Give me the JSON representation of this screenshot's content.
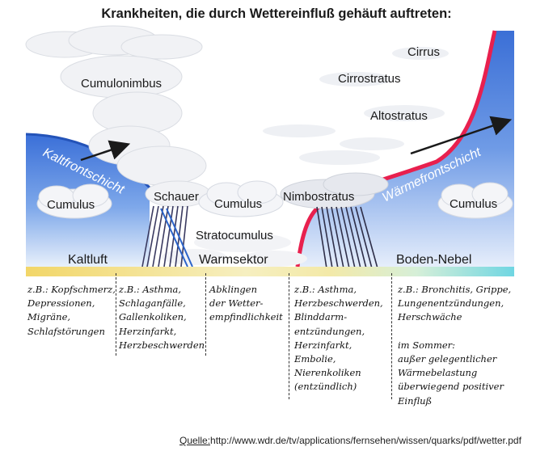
{
  "title": "Krankheiten, die durch Wettereinfluß gehäuft auftreten:",
  "sky_labels": {
    "cumulonimbus": "Cumulonimbus",
    "cirrus": "Cirrus",
    "cirrostratus": "Cirrostratus",
    "altostratus": "Altostratus",
    "cumulus_left": "Cumulus",
    "schauer": "Schauer",
    "cumulus_mid": "Cumulus",
    "nimbostratus": "Nimbostratus",
    "cumulus_right": "Cumulus",
    "stratocumulus": "Stratocumulus",
    "kaltfrontschicht": "Kaltfrontschicht",
    "waermefrontschicht": "Wärmefrontschicht"
  },
  "ground_labels": {
    "kaltluft": "Kaltluft",
    "warmsektor": "Warmsektor",
    "boden_nebel": "Boden-Nebel"
  },
  "columns": [
    {
      "lines": [
        "z.B.: Kopfschmerz,",
        "Depressionen,",
        "Migräne,",
        "Schlafstörungen"
      ]
    },
    {
      "lines": [
        "z.B.: Asthma,",
        "Schlaganfälle,",
        "Gallenkoliken,",
        "Herzinfarkt,",
        "Herzbeschwerden"
      ]
    },
    {
      "lines": [
        "Abklingen",
        "der Wetter-",
        "empfindlichkeit"
      ]
    },
    {
      "lines": [
        "z.B.: Asthma,",
        "Herzbeschwerden,",
        "Blinddarm-",
        "entzündungen,",
        "Herzinfarkt,",
        "Embolie,",
        "Nierenkoliken",
        "(entzündlich)"
      ]
    },
    {
      "lines": [
        "z.B.: Bronchitis, Grippe,",
        "Lungenentzündungen,",
        "Herschwäche",
        "",
        "im Sommer:",
        "außer gelegentlicher",
        "Wärmebelastung",
        "überwiegend positiver",
        "Einfluß"
      ]
    }
  ],
  "source": {
    "label": "Quelle:",
    "url": "http://www.wdr.de/tv/applications/fernsehen/wissen/quarks/pdf/wetter.pdf"
  },
  "colors": {
    "sky_blue": "#3f73d6",
    "warm_front": "#e8204e",
    "ground_yellow": "#f0dc78",
    "ground_cyan": "#70d7e2"
  }
}
